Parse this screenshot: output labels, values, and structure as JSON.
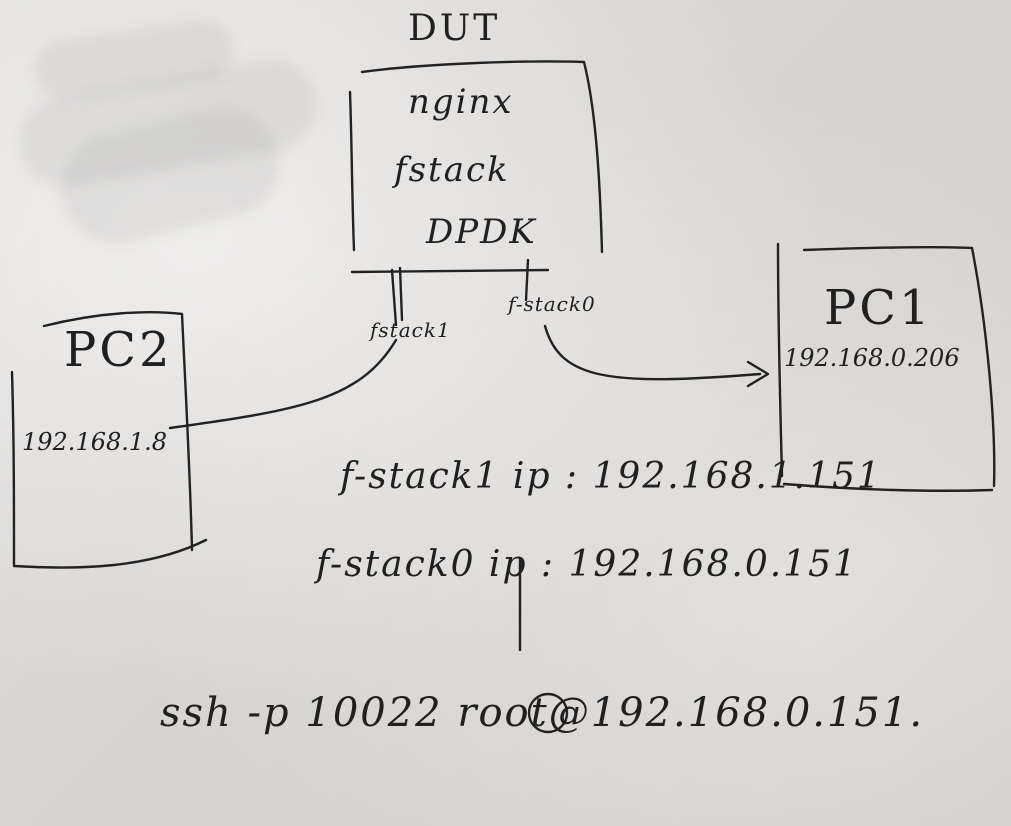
{
  "dut": {
    "title": "DUT",
    "stack": [
      "nginx",
      "fstack",
      "DPDK"
    ],
    "ports": [
      "fstack1",
      "f-stack0"
    ]
  },
  "pc2": {
    "title": "PC2",
    "ip": "192.168.1.8"
  },
  "pc1": {
    "title": "PC1",
    "ip": "192.168.0.206"
  },
  "notes": [
    "f-stack1 ip : 192.168.1.151",
    "f-stack0 ip : 192.168.0.151"
  ],
  "command": "ssh -p 10022 root@192.168.0.151."
}
